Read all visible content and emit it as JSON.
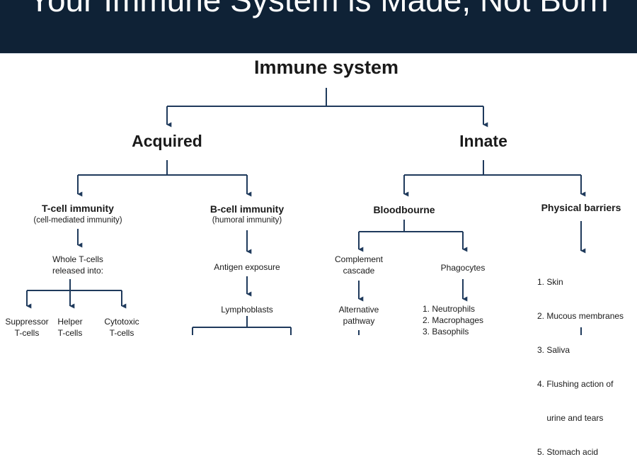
{
  "banner": {
    "title": "Your Immune System is Made, Not Born"
  },
  "colors": {
    "banner_bg": "#0f2236",
    "line": "#1f3a5c"
  },
  "diagram": {
    "root": "Immune system",
    "acquired": {
      "label": "Acquired",
      "tcell": {
        "label": "T-cell immunity",
        "sub": "(cell-mediated immunity)",
        "released": [
          "Whole T-cells",
          "released into:"
        ],
        "types": {
          "suppressor": [
            "Suppressor",
            "T-cells"
          ],
          "helper": [
            "Helper",
            "T-cells"
          ],
          "cytotoxic": [
            "Cytotoxic",
            "T-cells"
          ]
        }
      },
      "bcell": {
        "label": "B-cell immunity",
        "sub": "(humoral immunity)",
        "antigen": "Antigen exposure",
        "lymphoblasts": "Lymphoblasts"
      }
    },
    "innate": {
      "label": "Innate",
      "bloodbourne": {
        "label": "Bloodbourne",
        "complement": [
          "Complement",
          "cascade"
        ],
        "alternative": [
          "Alternative",
          "pathway"
        ],
        "phagocytes": "Phagocytes",
        "phagocyte_list": [
          "1. Neutrophils",
          "2. Macrophages",
          "3. Basophils"
        ]
      },
      "barriers": {
        "label": "Physical barriers",
        "list": [
          "1. Skin",
          "2. Mucous membranes",
          "3. Saliva",
          "4. Flushing action of",
          "    urine and tears",
          "5. Stomach acid"
        ]
      }
    }
  }
}
